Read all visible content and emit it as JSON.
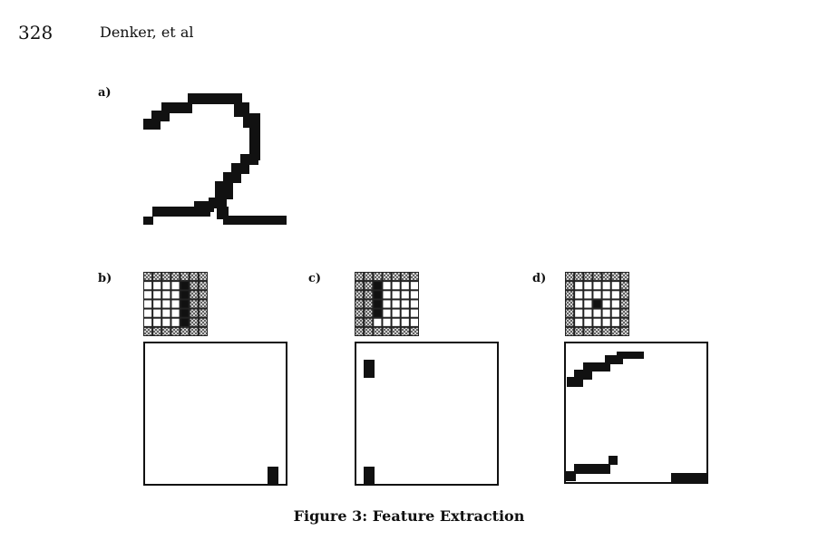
{
  "header": {
    "page_number": "328",
    "running_head": "Denker, et al"
  },
  "figure": {
    "caption": "Figure 3: Feature Extraction",
    "panels": [
      {
        "id": "a",
        "label": "a)"
      },
      {
        "id": "b",
        "label": "b)"
      },
      {
        "id": "c",
        "label": "c)"
      },
      {
        "id": "d",
        "label": "d)"
      }
    ]
  },
  "colors": {
    "ink": "#111111",
    "hatch": "#777777",
    "paper": "#ffffff"
  }
}
